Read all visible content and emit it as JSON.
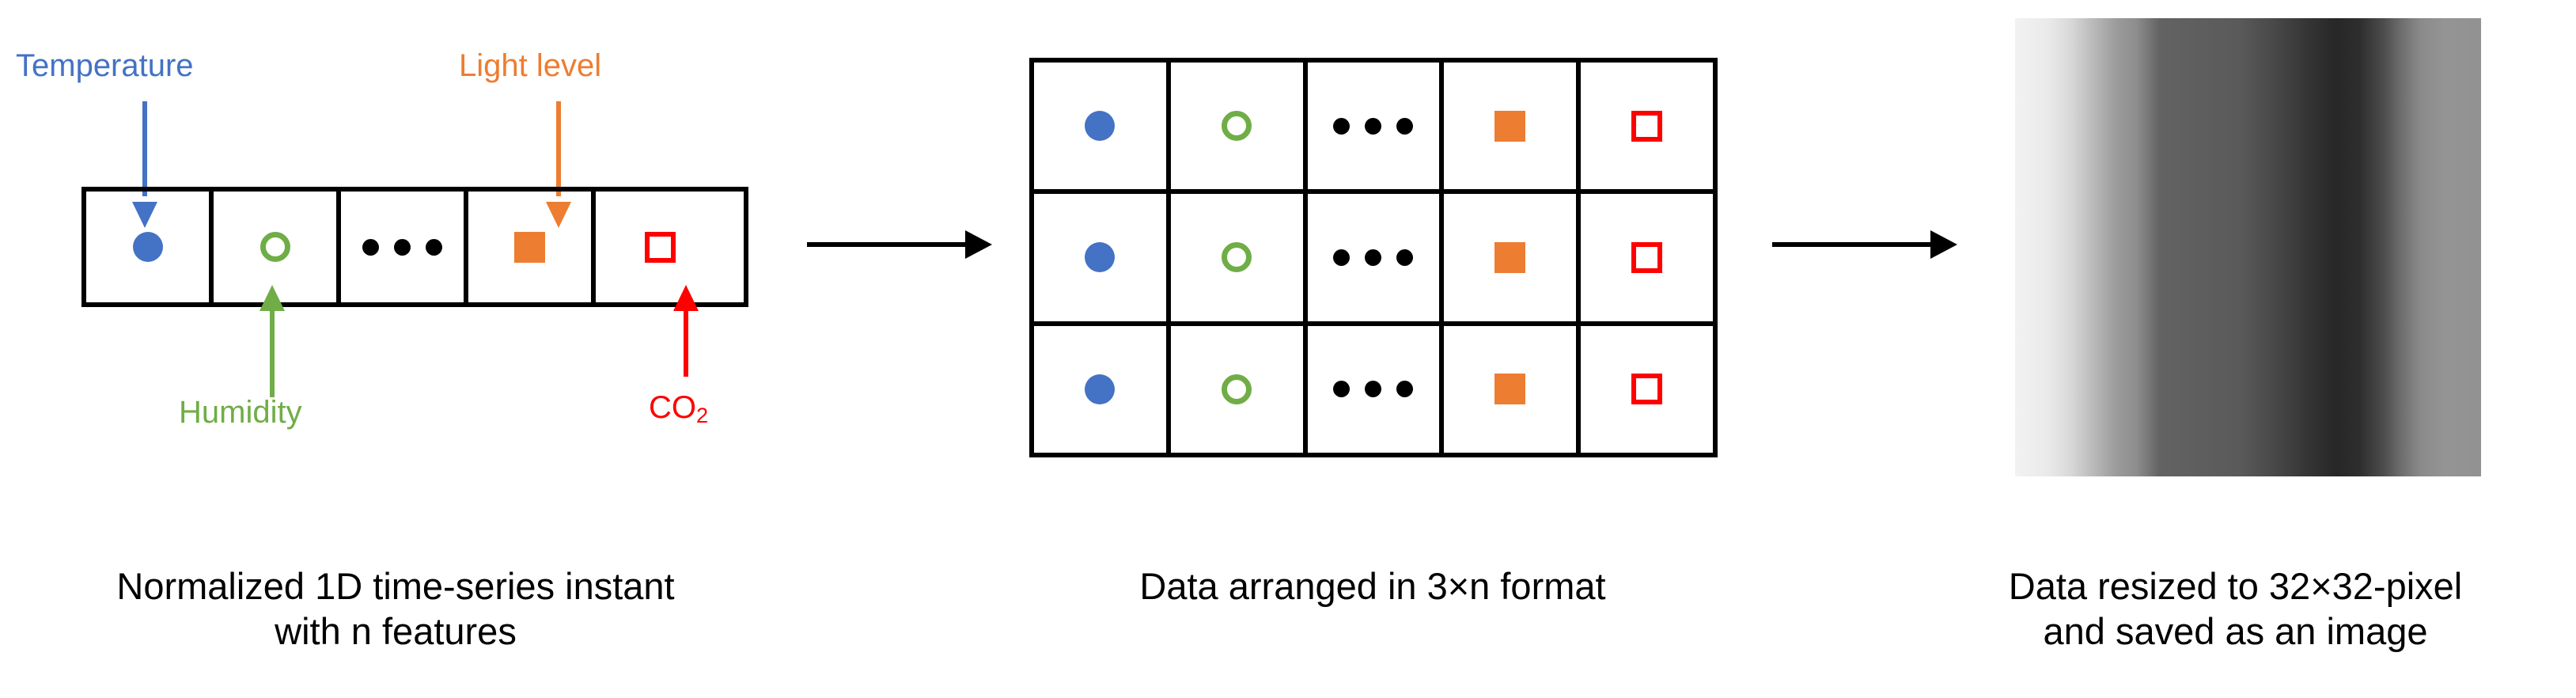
{
  "figure": {
    "title": "Time-series to image encoding pipeline",
    "background_color": "#ffffff"
  },
  "palette": {
    "temperature": "#4472c4",
    "humidity": "#70ad47",
    "light_level": "#ed7d31",
    "co2": "#ff0000",
    "ellipsis": "#000000",
    "outline": "#000000"
  },
  "panel1": {
    "name": "normalized-1d-strip",
    "caption_line1": "Normalized 1D time-series instant",
    "caption_line2": "with n features",
    "cells": [
      {
        "glyph": "filled-circle",
        "color": "#4472c4",
        "feature": "Temperature"
      },
      {
        "glyph": "hollow-circle",
        "color": "#70ad47",
        "feature": "Humidity"
      },
      {
        "glyph": "ellipsis-dots",
        "color": "#000000",
        "feature": "…"
      },
      {
        "glyph": "filled-square",
        "color": "#ed7d31",
        "feature": "Light level"
      },
      {
        "glyph": "hollow-square",
        "color": "#ff0000",
        "feature": "CO2"
      }
    ],
    "callouts": [
      {
        "label": "Temperature",
        "color": "#4472c4",
        "direction": "down",
        "target_cell": 0
      },
      {
        "label": "Humidity",
        "color": "#70ad47",
        "direction": "up",
        "target_cell": 1
      },
      {
        "label": "Light level",
        "color": "#ed7d31",
        "direction": "down",
        "target_cell": 3
      },
      {
        "label": "CO",
        "label_sub": "2",
        "color": "#ff0000",
        "direction": "up",
        "target_cell": 4
      }
    ]
  },
  "panel2": {
    "name": "data-grid-3xn",
    "caption_line1": "Data arranged in 3×n format",
    "rows": 3,
    "columns": 5,
    "row_glyphs": [
      "filled-circle",
      "hollow-circle",
      "ellipsis-dots",
      "filled-square",
      "hollow-square"
    ]
  },
  "panel3": {
    "name": "resized-gradient-image",
    "caption_line1": "Data resized to 32×32-pixel",
    "caption_line2": "and saved as an image",
    "image_kind": "grayscale-gradient",
    "size_label": "32×32-pixel"
  },
  "arrows": {
    "arrow1_name": "flow-arrow-strip-to-grid",
    "arrow2_name": "flow-arrow-grid-to-image"
  }
}
